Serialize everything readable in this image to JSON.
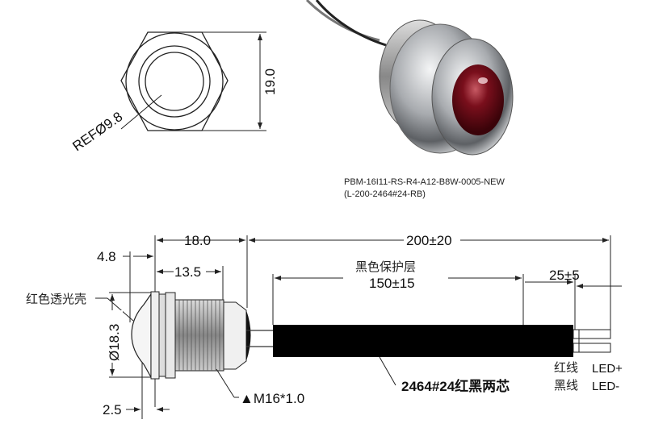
{
  "top_view": {
    "ref_diameter": "REFØ9.8",
    "hex_width": "19.0"
  },
  "product": {
    "part_number": "PBM-16I11-RS-R4-A12-B8W-0005-NEW",
    "cable_code": "(L-200-2464#24-RB)"
  },
  "side_view": {
    "body_length": "18.0",
    "total_length": "200±20",
    "dome_height": "4.8",
    "thread_length": "13.5",
    "sheath_label": "黑色保护层",
    "sheath_length": "150±15",
    "strip_length": "25±5",
    "lens_label": "红色透光壳",
    "diameter": "Ø18.3",
    "flange_thickness": "2.5",
    "thread_spec": "▲M16*1.0",
    "cable_spec": "2464#24红黑两芯",
    "red_wire_label": "红线",
    "red_wire_signal": "LED+",
    "black_wire_label": "黑线",
    "black_wire_signal": "LED-"
  },
  "colors": {
    "lens_red": "#7a0f1c",
    "metal": "#b9bcc0",
    "cable": "#000000"
  }
}
